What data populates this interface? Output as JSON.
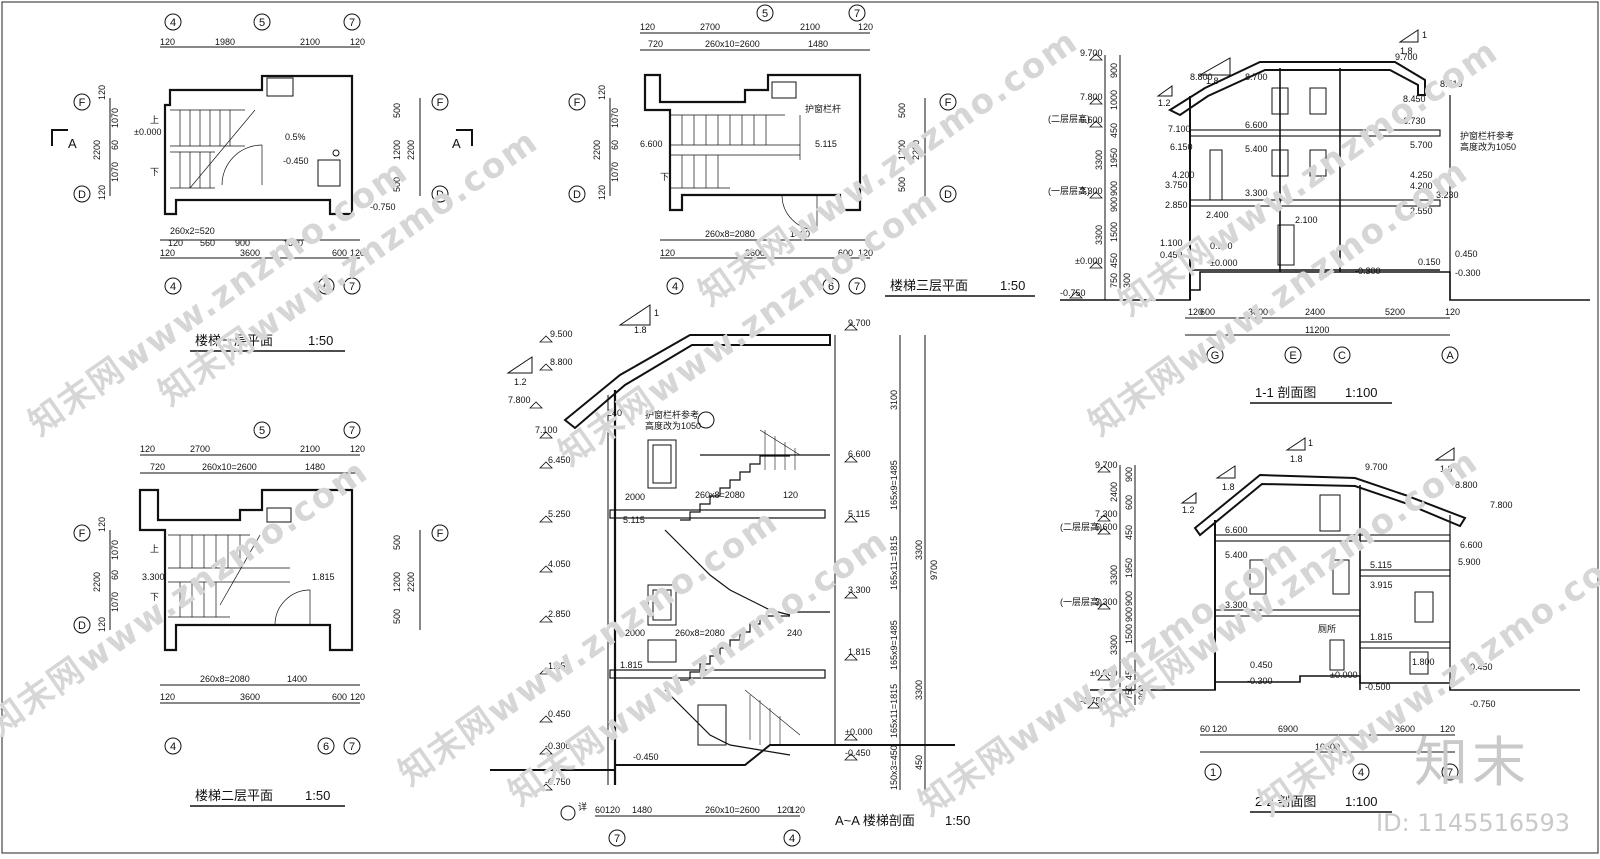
{
  "titles": {
    "floor1": "楼梯一层平面",
    "floor2": "楼梯二层平面",
    "floor3": "楼梯三层平面",
    "section_aa": "A~A 楼梯剖面",
    "section_11": "1-1 剖面图",
    "section_22": "2-2 剖面图",
    "scale_50": "1:50",
    "scale_100": "1:100"
  },
  "axes": {
    "a4": "4",
    "a5": "5",
    "a6": "6",
    "a7": "7",
    "F": "F",
    "D": "D",
    "G": "G",
    "E": "E",
    "C": "C",
    "A": "A",
    "one": "1"
  },
  "floor1": {
    "top_dims": [
      "120",
      "1980",
      "2100",
      "120"
    ],
    "bot_dims1": [
      "260x2=520",
      "120",
      "560",
      "900",
      "1500"
    ],
    "bot_dims2": [
      "120",
      "3600",
      "600",
      "120"
    ],
    "left_dims": [
      "120",
      "1070",
      "60",
      "1070",
      "120",
      "2200"
    ],
    "right_dims": [
      "500",
      "1200",
      "500",
      "2200"
    ],
    "elev": [
      "±0.000",
      "-0.450",
      "-0.750"
    ],
    "slope": "0.5%",
    "up": "上",
    "down": "下",
    "section_mark": "A"
  },
  "floor2": {
    "top_dims": [
      "120",
      "2700",
      "2100",
      "120"
    ],
    "top_dims2": [
      "720",
      "260x10=2600",
      "1480"
    ],
    "bot_dims1": [
      "260x8=2080",
      "1400"
    ],
    "bot_dims2": [
      "120",
      "3600",
      "600",
      "120"
    ],
    "left_dims": [
      "120",
      "1070",
      "60",
      "1070",
      "120",
      "2200"
    ],
    "right_dims": [
      "500",
      "1200",
      "500",
      "2200"
    ],
    "elev": [
      "3.300",
      "1.815"
    ],
    "up": "上",
    "down": "下"
  },
  "floor3": {
    "top_dims": [
      "120",
      "2700",
      "2100",
      "120"
    ],
    "top_dims2": [
      "720",
      "260x10=2600",
      "1480"
    ],
    "bot_dims1": [
      "260x8=2080",
      "1400"
    ],
    "bot_dims2": [
      "120",
      "3600",
      "600",
      "120"
    ],
    "left_dims": [
      "120",
      "1070",
      "60",
      "1070",
      "120",
      "2200"
    ],
    "right_dims": [
      "500",
      "1200",
      "500",
      "2200"
    ],
    "elev": [
      "6.600",
      "5.115"
    ],
    "rail_note": "护窗栏杆",
    "down": "下"
  },
  "section_aa": {
    "left_elev": [
      "9.500",
      "8.800",
      "7.800",
      "7.100",
      "6.450",
      "5.250",
      "4.050",
      "2.850",
      "1.650",
      "0.450",
      "-0.300",
      "-0.750"
    ],
    "right_elev": [
      "9.700",
      "6.600",
      "5.115",
      "3.300",
      "1.815",
      "±0.000",
      "-0.450"
    ],
    "right_dims": [
      "3100",
      "165x9=1485",
      "165x11=1815",
      "3300",
      "9700",
      "165x9=1485",
      "165x11=1815",
      "3300",
      "150x3=450",
      "450"
    ],
    "stair_dims": [
      "260x8=2080",
      "260x8=2080",
      "2000",
      "2000",
      "120",
      "240",
      "240"
    ],
    "inner_elev": [
      "5.115",
      "1.815",
      "-0.450"
    ],
    "bottom_dims": [
      "60",
      "120",
      "1480",
      "260x10=2600",
      "120",
      "120"
    ],
    "rail_note": "护窗栏杆参考",
    "rail_note2": "高度改为1050",
    "detail": "详",
    "slope": "1.8",
    "slope2": "1.2",
    "slope_one": "1"
  },
  "section_11": {
    "left_elev": [
      "9.700",
      "7.800",
      "6.600",
      "3.300",
      "±0.000",
      "-0.750"
    ],
    "left_dims": [
      "900",
      "1000",
      "450",
      "1950",
      "900",
      "3300",
      "900",
      "1500",
      "3300",
      "450",
      "750",
      "300"
    ],
    "floor_notes": [
      "(二层层高)",
      "(一层层高)"
    ],
    "inner_elev": [
      "8.800",
      "8.700",
      "7.100",
      "6.600",
      "6.150",
      "5.400",
      "4.200",
      "3.750",
      "3.300",
      "2.850",
      "2.400",
      "2.100",
      "1.100",
      "0.900",
      "0.450",
      "±0.000",
      "9.700",
      "8.510",
      "8.450",
      "6.730",
      "5.700",
      "4.250",
      "4.200",
      "3.230",
      "2.550",
      "0.450",
      "0.150",
      "-0.300",
      "-0.300"
    ],
    "rail_note": "护窗栏杆参考",
    "rail_note2": "高度改为1050",
    "bottom_dims": [
      "120",
      "600",
      "3600",
      "2400",
      "5200",
      "120",
      "11200"
    ],
    "slope": "1.8",
    "slope2": "1.2",
    "slope_one": "1"
  },
  "section_22": {
    "left_elev": [
      "9.700",
      "7.300",
      "6.600",
      "3.300",
      "±0.000",
      "-0.750"
    ],
    "left_dims": [
      "900",
      "2400",
      "600",
      "450",
      "1950",
      "900",
      "3300",
      "1500",
      "900",
      "3300",
      "450",
      "750",
      "300"
    ],
    "floor_notes": [
      "(二层层高)",
      "(一层层高)"
    ],
    "inner_elev": [
      "9.700",
      "8.800",
      "7.800",
      "6.600",
      "6.600",
      "5.400",
      "5.115",
      "5.900",
      "3.915",
      "3.300",
      "1.815",
      "0.450",
      "-0.300",
      "±0.000",
      "-0.500",
      "1.800",
      "0.450",
      "-0.750"
    ],
    "room_note": "厕所",
    "bottom_dims": [
      "60",
      "120",
      "6900",
      "3600",
      "120",
      "10500"
    ],
    "slope": "1.8",
    "slope2": "1.2",
    "slope_one": "1"
  },
  "watermark": {
    "text": "知末网www.znzmo.com",
    "brand": "知末",
    "id": "ID: 1145516593"
  }
}
